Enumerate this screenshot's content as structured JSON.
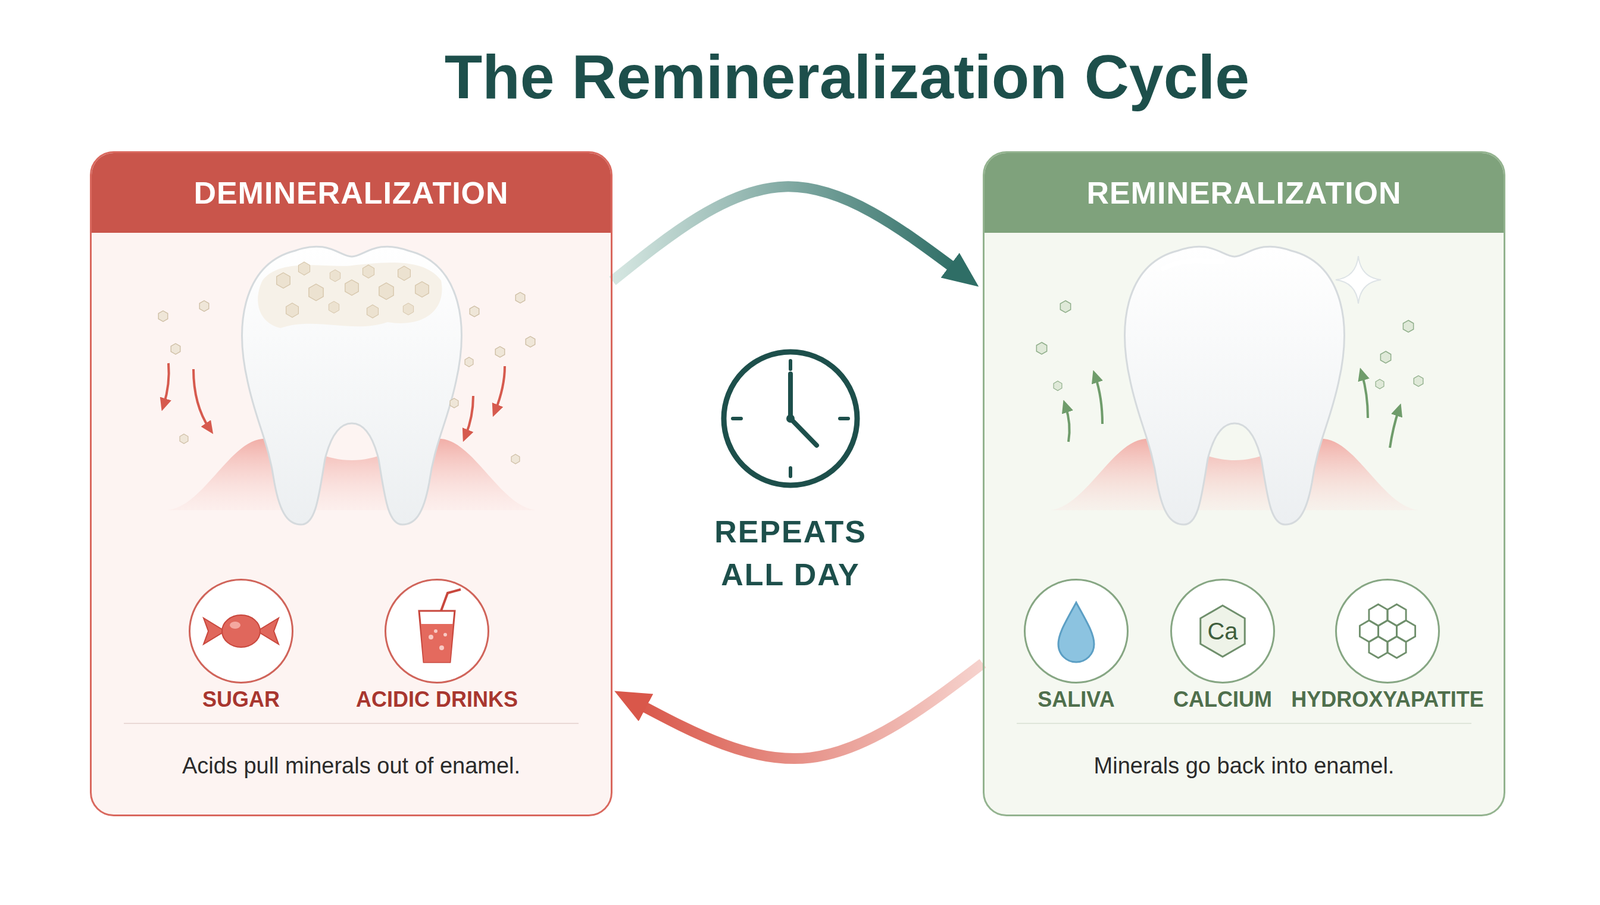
{
  "diagram": {
    "title": "The Remineralization Cycle",
    "nodes": [
      {
        "text": [
          "DEMINERALIZATION",
          "Acids pull minerals out of enamel."
        ]
      },
      {
        "text": [
          "SUGAR"
        ],
        "in": 0
      },
      {
        "text": [
          "ACIDIC DRINKS"
        ],
        "in": 0
      },
      {
        "text": [
          "REMINERALIZATION",
          "Minerals go back into enamel."
        ]
      },
      {
        "text": [
          "SALIVA"
        ],
        "in": 3
      },
      {
        "text": [
          "Ca",
          "CALCIUM"
        ],
        "in": 3
      },
      {
        "text": [
          "HYDROXYAPATITE"
        ],
        "in": 3
      }
    ],
    "edges": [
      {
        "from": 0,
        "to": 3,
        "arrow": "to"
      },
      {
        "from": 3,
        "to": 0,
        "arrow": "to"
      }
    ],
    "labels": [
      "REPEATS ALL DAY"
    ]
  }
}
